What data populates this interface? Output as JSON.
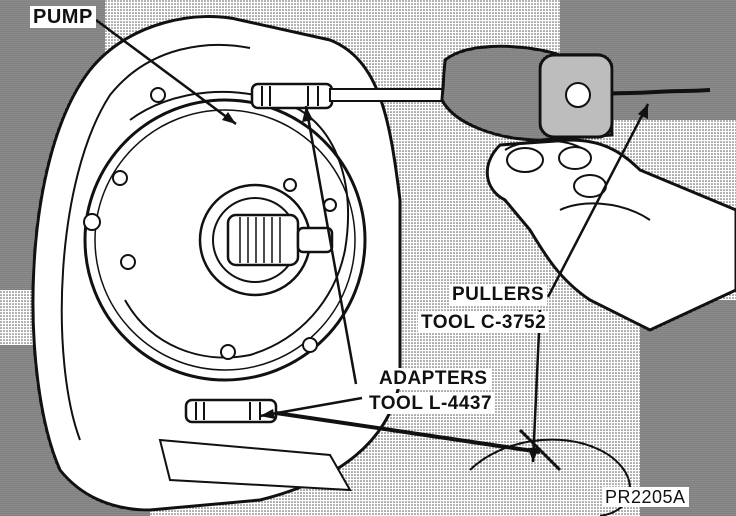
{
  "labels": {
    "pump": "PUMP",
    "pullers": "PULLERS",
    "pullers_tool": "TOOL C-3752",
    "adapters": "ADAPTERS",
    "adapters_tool": "TOOL L-4437",
    "figure_id": "PR2205A"
  },
  "colors": {
    "ink": "#111111",
    "paper": "#ffffff",
    "shade": "#8a8a8a"
  }
}
